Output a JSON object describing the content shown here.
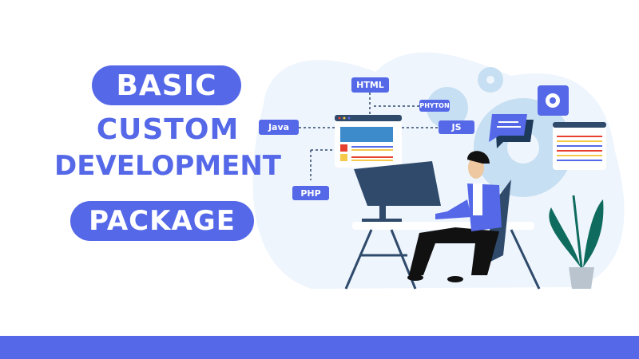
{
  "headline": {
    "line1": "BASIC",
    "line2": "CUSTOM",
    "line3": "DEVELOPMENT",
    "line4": "PACKAGE"
  },
  "tags": {
    "html": "HTML",
    "python": "PHYTON",
    "java": "Java",
    "js": "JS",
    "php": "PHP"
  },
  "colors": {
    "brand": "#5468E8",
    "navy": "#2F4A6B",
    "blob": "#EEF5FD",
    "gear": "#C7DFF2"
  }
}
